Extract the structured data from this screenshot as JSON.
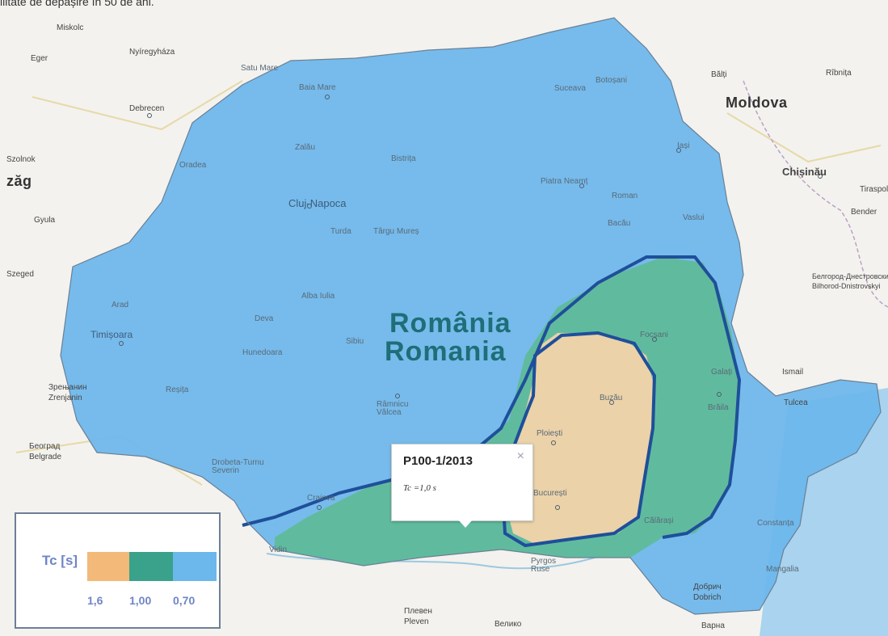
{
  "caption": "ilitate de depășire în 50 de ani.",
  "map": {
    "country_label_ro": "România",
    "country_label_en": "Romania",
    "neighbor_labels": [
      "Moldova",
      "zăg"
    ],
    "cities_inside": [
      "Satu Mare",
      "Baia Mare",
      "Suceava",
      "Botoșani",
      "Iași",
      "Zalău",
      "Bistrița",
      "Oradea",
      "Cluj-Napoca",
      "Piatra Neamț",
      "Roman",
      "Bacău",
      "Vaslui",
      "Turda",
      "Târgu Mureș",
      "Arad",
      "Alba Iulia",
      "Timișoara",
      "Deva",
      "Sibiu",
      "Hunedoara",
      "Focșani",
      "Galați",
      "Brăila",
      "Reșița",
      "Râmnicu Vâlcea",
      "Buzău",
      "Ploiești",
      "Craiova",
      "București",
      "Călărași",
      "Constanța",
      "Drobeta-Turnu Severin",
      "Pyrgos Ruse",
      "Mangalia",
      "Vidin"
    ],
    "cities_outside": [
      "Miskolc",
      "Eger",
      "Nyíregyháza",
      "Debrecen",
      "Bălți",
      "Rîbnița",
      "Chișinău",
      "Tiraspol",
      "Bender",
      "Szolnok",
      "Gyula",
      "Szeged",
      "Белгород-Днестровский",
      "Bilhorod-Dnistrovskyi",
      "Зрењанин",
      "Zrenjanin",
      "Београд",
      "Belgrade",
      "Ismail",
      "Tulcea",
      "Добрич",
      "Dobrich",
      "Плевен",
      "Pleven",
      "Велико",
      "Варна"
    ]
  },
  "popup": {
    "title": "P100-1/2013",
    "close_glyph": "×",
    "value": "Tc =1,0 s"
  },
  "legend": {
    "title": "Tc [s]",
    "bins": [
      {
        "label": "1,6",
        "color": "#f2b978"
      },
      {
        "label": "1,00",
        "color": "#3aa18a"
      },
      {
        "label": "0,70",
        "color": "#6cb7ec"
      }
    ]
  },
  "colors": {
    "zone_070": "#6cb7ec",
    "zone_100": "#5fba9a",
    "zone_160": "#f0d3a8",
    "contour": "#1f4f9a"
  }
}
